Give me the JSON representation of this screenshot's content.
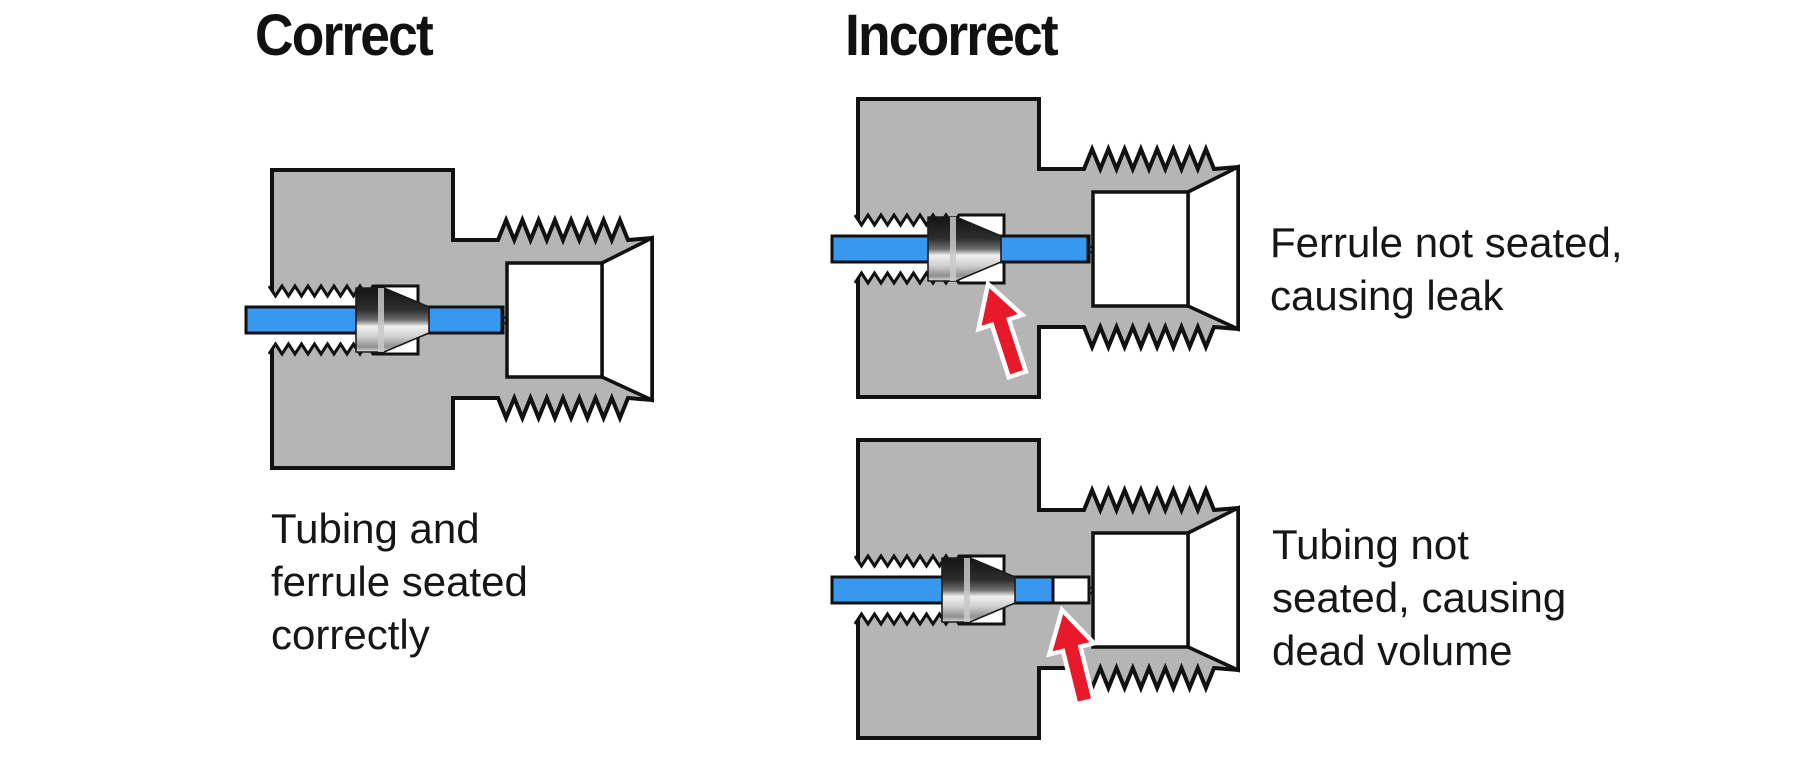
{
  "headings": {
    "correct": "Correct",
    "incorrect": "Incorrect"
  },
  "captions": {
    "correct": {
      "lines": [
        "Tubing and",
        "ferrule seated",
        "correctly"
      ]
    },
    "ferrule_not_seated": {
      "lines": [
        "Ferrule not seated,",
        "causing leak"
      ]
    },
    "tubing_not_seated": {
      "lines": [
        "Tubing not",
        "seated, causing",
        "dead volume"
      ]
    }
  },
  "diagrams": [
    {
      "name": "fitting-correct",
      "variant": "correct",
      "arrow": null
    },
    {
      "name": "fitting-ferrule-not-seated",
      "variant": "ferrule_gap",
      "arrow": "attention-arrow"
    },
    {
      "name": "fitting-tubing-not-seated",
      "variant": "tubing_gap",
      "arrow": "attention-arrow"
    }
  ],
  "colors": {
    "background": "#ffffff",
    "text": "#161616",
    "outline": "#111111",
    "body_gray": "#b5b5b5",
    "tube_blue": "#3897ee",
    "arrow_red": "#e8192b",
    "arrow_outline": "#ffffff",
    "bore_white": "#ffffff",
    "ferrule_dark": "#141414",
    "ferrule_mid": "#6e6e6e",
    "ferrule_light": "#f0f0f0",
    "ferrule_shadow": "#8f8f8f",
    "ferrule_bottom": "#dcdcdc",
    "ferrule_seam": "#c9c9c9"
  }
}
